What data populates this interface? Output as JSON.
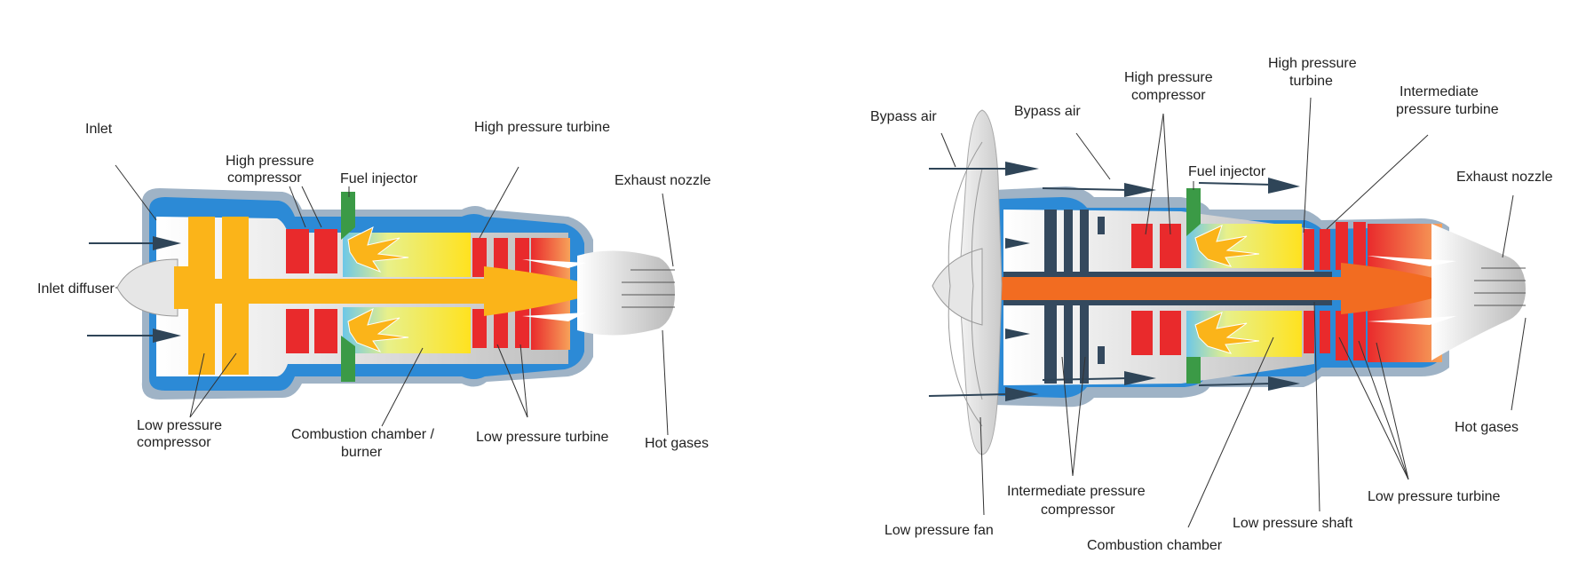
{
  "left_engine": {
    "labels": {
      "inlet": "Inlet",
      "hp_compressor_1": "High pressure",
      "hp_compressor_2": "compressor",
      "fuel_injector": "Fuel injector",
      "hp_turbine": "High pressure turbine",
      "exhaust_nozzle": "Exhaust nozzle",
      "inlet_diffuser": "Inlet diffuser",
      "lp_compressor_1": "Low pressure",
      "lp_compressor_2": "compressor",
      "combustion_1": "Combustion chamber /",
      "combustion_2": "burner",
      "lp_turbine": "Low pressure turbine",
      "hot_gases": "Hot gases"
    }
  },
  "right_engine": {
    "labels": {
      "bypass_air_outer": "Bypass air",
      "bypass_air_inner": "Bypass air",
      "hp_compressor_1": "High pressure",
      "hp_compressor_2": "compressor",
      "hp_turbine_1": "High pressure",
      "hp_turbine_2": "turbine",
      "ip_turbine_1": "Intermediate",
      "ip_turbine_2": "pressure turbine",
      "fuel_injector": "Fuel injector",
      "exhaust_nozzle": "Exhaust nozzle",
      "hot_gases": "Hot gases",
      "ip_compressor_1": "Intermediate pressure",
      "ip_compressor_2": "compressor",
      "lp_fan": "Low pressure fan",
      "lp_shaft": "Low pressure shaft",
      "lp_turbine": "Low pressure turbine",
      "combustion": "Combustion chamber"
    }
  },
  "colors": {
    "casing_outer": "#9fb3c6",
    "casing_inner": "#2c8ad6",
    "compressor_low": "#fbb419",
    "compressor_high": "#e92a2c",
    "fuel_injector": "#3b9a46",
    "turbine": "#e92a2c",
    "shaft_turbojet": "#fbb419",
    "shaft_turbofan": "#f26c21",
    "arrow": "#2f4558"
  }
}
